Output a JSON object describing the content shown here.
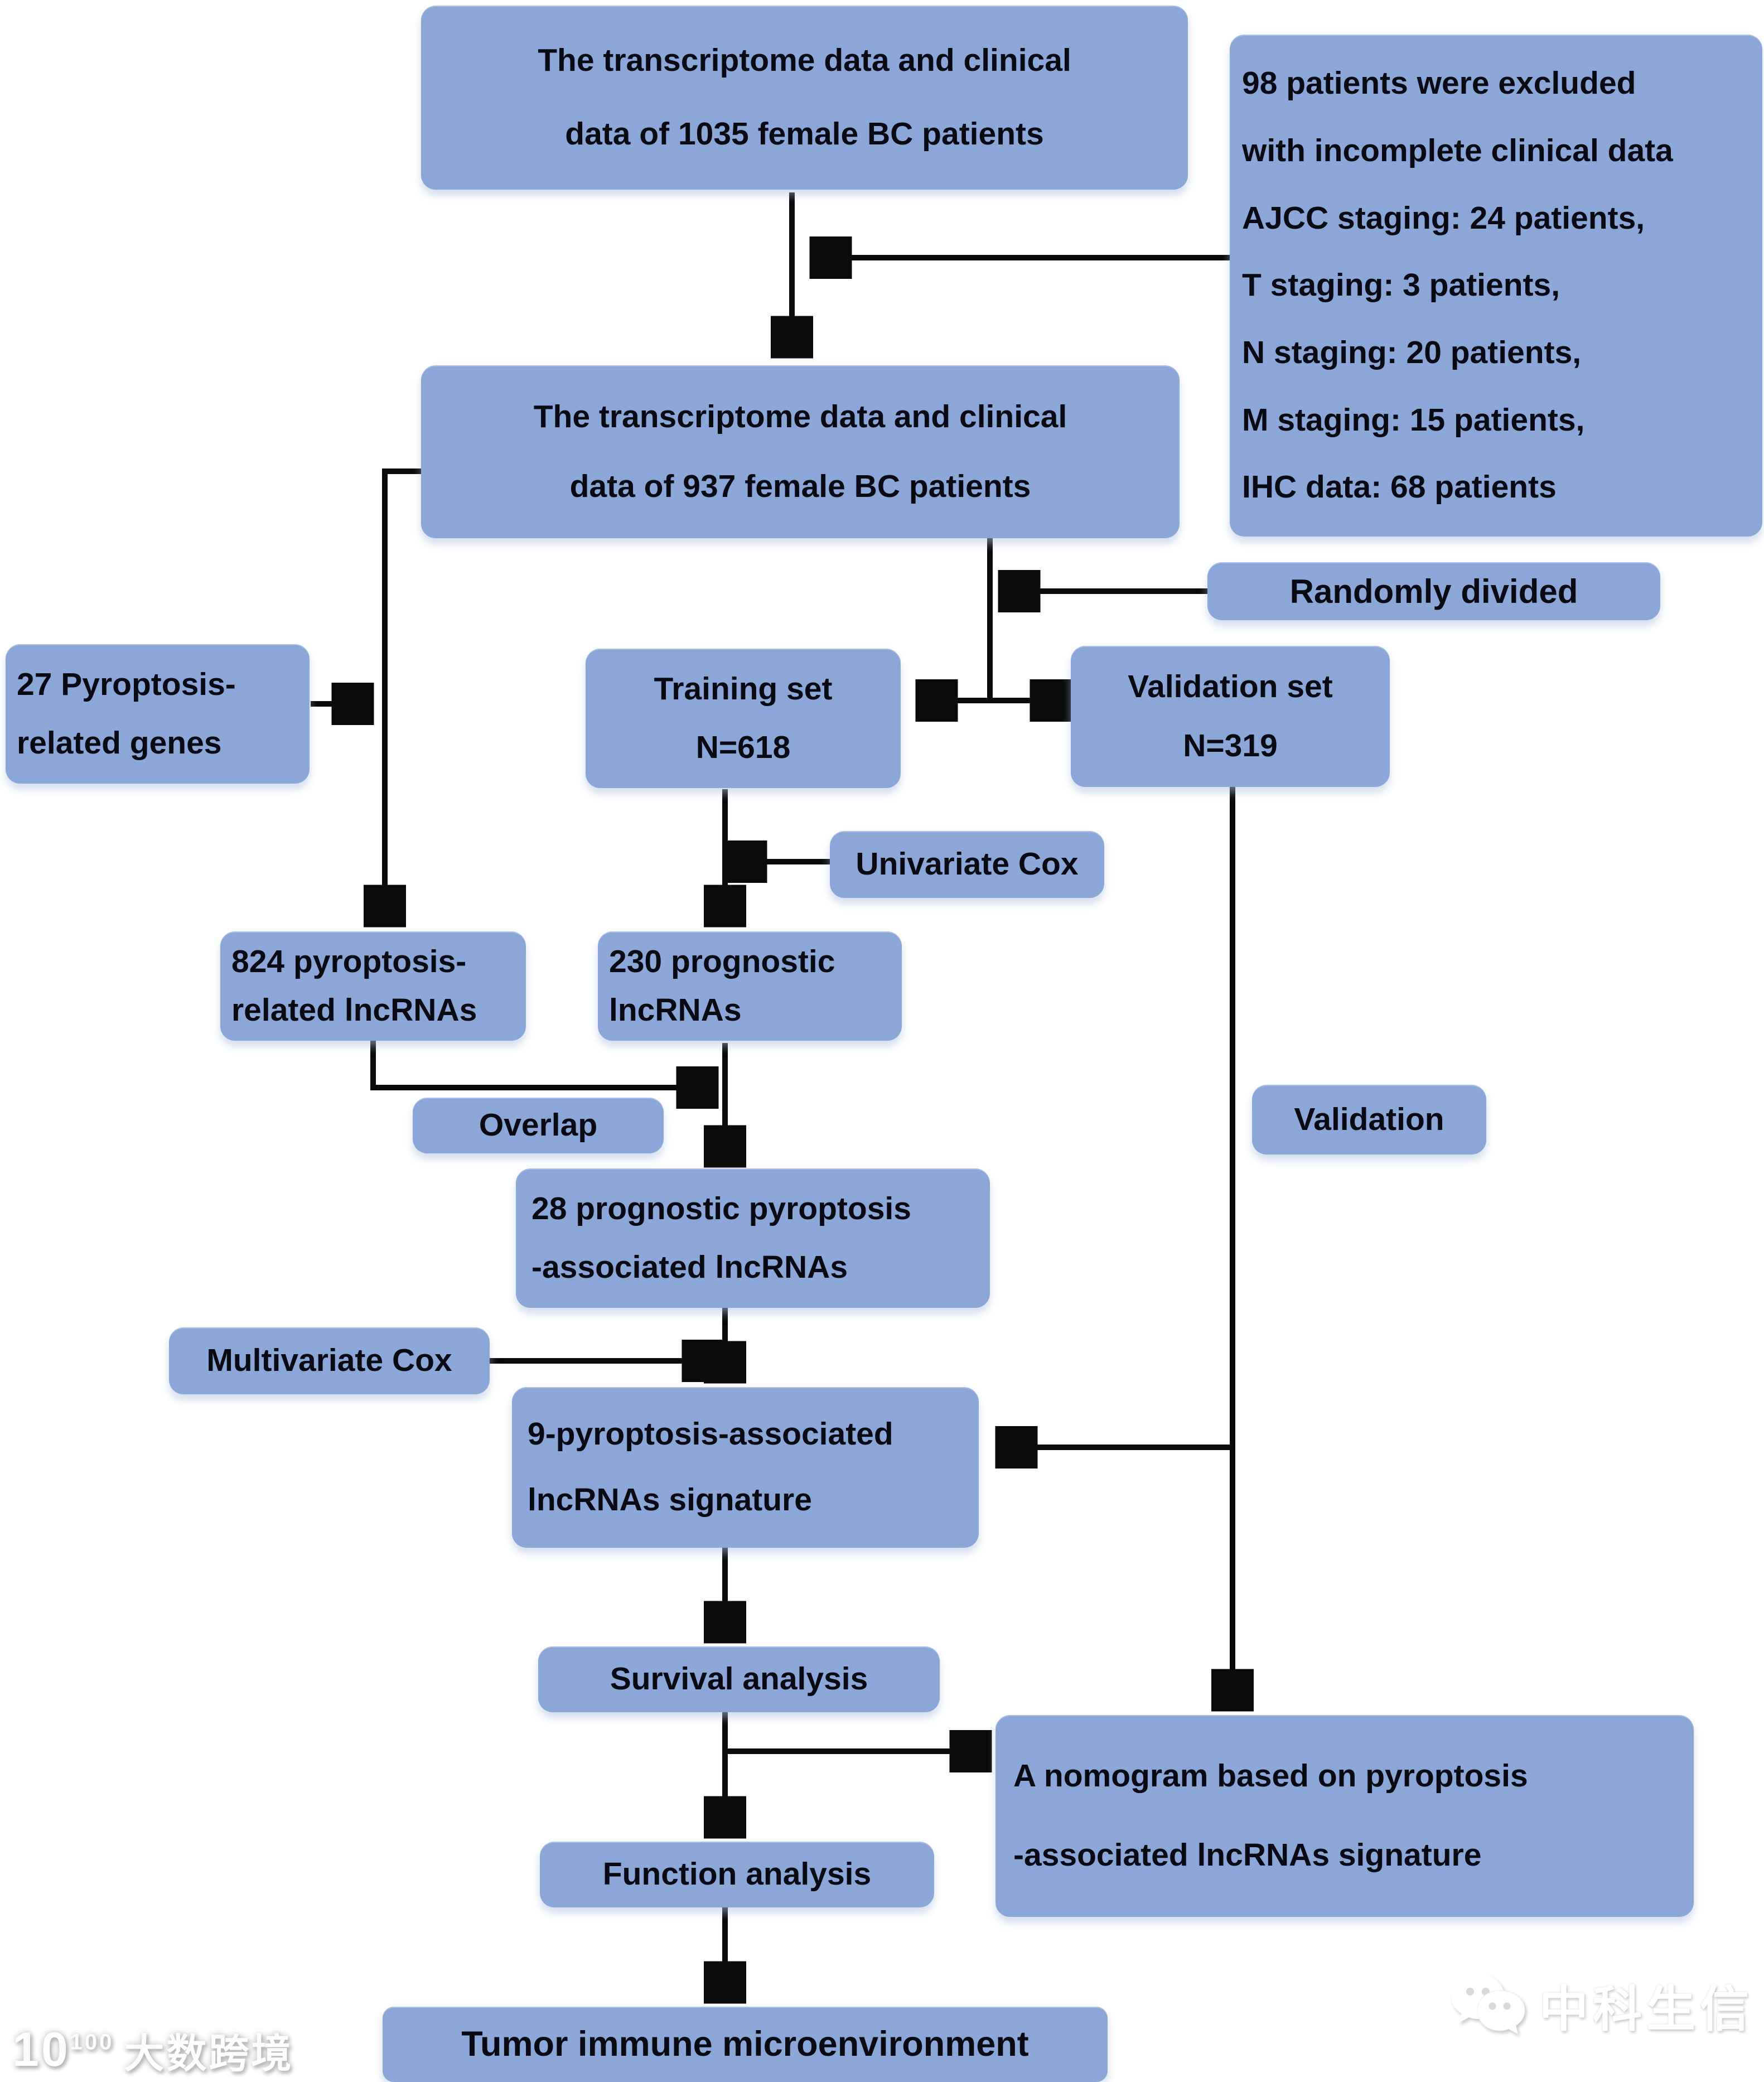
{
  "figure": {
    "type": "flowchart",
    "colors": {
      "background": "#ffffff",
      "node_fill": "#8ca6d8",
      "text": "#0a0a14",
      "arrow": "#0a0a0a"
    },
    "nodes": {
      "cohort_1035": {
        "lines": [
          "The transcriptome data and clinical",
          "data of 1035 female BC patients"
        ]
      },
      "excluded_98": {
        "lines": [
          "98 patients were excluded",
          "with incomplete clinical data",
          "AJCC staging: 24 patients,",
          "T staging: 3 patients,",
          "N staging: 20 patients,",
          "M staging: 15 patients,",
          "IHC data: 68 patients"
        ]
      },
      "cohort_937": {
        "lines": [
          "The transcriptome data and clinical",
          "data of 937 female BC patients"
        ]
      },
      "randomly_divided": {
        "lines": [
          "Randomly divided"
        ]
      },
      "training_set": {
        "lines": [
          "Training set",
          "N=618"
        ]
      },
      "validation_set": {
        "lines": [
          "Validation set",
          "N=319"
        ]
      },
      "pyroptosis_genes_27": {
        "lines": [
          "27 Pyroptosis-",
          "related genes"
        ]
      },
      "univariate_cox": {
        "lines": [
          "Univariate Cox"
        ]
      },
      "pyroptosis_lncrnas_824": {
        "lines": [
          "824 pyroptosis-",
          "related lncRNAs"
        ]
      },
      "prognostic_lncrnas_230": {
        "lines": [
          "230 prognostic",
          "lncRNAs"
        ]
      },
      "overlap": {
        "lines": [
          "Overlap"
        ]
      },
      "prognostic_pyroptosis_lncrnas_28": {
        "lines": [
          "28 prognostic pyroptosis",
          "-associated lncRNAs"
        ]
      },
      "multivariate_cox": {
        "lines": [
          "Multivariate Cox"
        ]
      },
      "signature_9": {
        "lines": [
          "9-pyroptosis-associated",
          "lncRNAs signature"
        ]
      },
      "validation_label": {
        "lines": [
          "Validation"
        ]
      },
      "survival_analysis": {
        "lines": [
          "Survival analysis"
        ]
      },
      "function_analysis": {
        "lines": [
          "Function analysis"
        ]
      },
      "nomogram": {
        "lines": [
          "A nomogram based on pyroptosis",
          "-associated lncRNAs signature"
        ]
      },
      "tumor_microenvironment": {
        "lines": [
          "Tumor immune microenvironment"
        ]
      }
    },
    "edges": [
      {
        "from": "cohort_1035",
        "to": "cohort_937"
      },
      {
        "from": "excluded_98",
        "to": "cohort_1035_to_cohort_937_line"
      },
      {
        "from": "randomly_divided",
        "to": "cohort_937_split_line"
      },
      {
        "from": "cohort_937",
        "to": "training_set"
      },
      {
        "from": "cohort_937",
        "to": "validation_set"
      },
      {
        "from": "cohort_937",
        "to": "pyroptosis_lncrnas_824"
      },
      {
        "from": "pyroptosis_genes_27",
        "to": "cohort_937_to_824_line"
      },
      {
        "from": "training_set",
        "to": "prognostic_lncrnas_230",
        "label": "univariate_cox"
      },
      {
        "from": "pyroptosis_lncrnas_824",
        "to": "prognostic_pyroptosis_lncrnas_28",
        "label": "overlap"
      },
      {
        "from": "prognostic_lncrnas_230",
        "to": "prognostic_pyroptosis_lncrnas_28"
      },
      {
        "from": "prognostic_pyroptosis_lncrnas_28",
        "to": "signature_9",
        "label": "multivariate_cox"
      },
      {
        "from": "validation_set",
        "to": "signature_9",
        "label": "validation_label"
      },
      {
        "from": "validation_set",
        "to": "nomogram",
        "label": "validation_label"
      },
      {
        "from": "signature_9",
        "to": "survival_analysis"
      },
      {
        "from": "survival_analysis",
        "to": "function_analysis"
      },
      {
        "from": "survival_analysis",
        "to": "nomogram"
      },
      {
        "from": "function_analysis",
        "to": "tumor_microenvironment"
      }
    ],
    "watermarks": {
      "bottom_left": {
        "logo_base": "10",
        "logo_sup": "100",
        "text": "大数跨境"
      },
      "bottom_right": {
        "icon": "wechat-bubbles-icon",
        "text": "中科生信"
      }
    }
  }
}
